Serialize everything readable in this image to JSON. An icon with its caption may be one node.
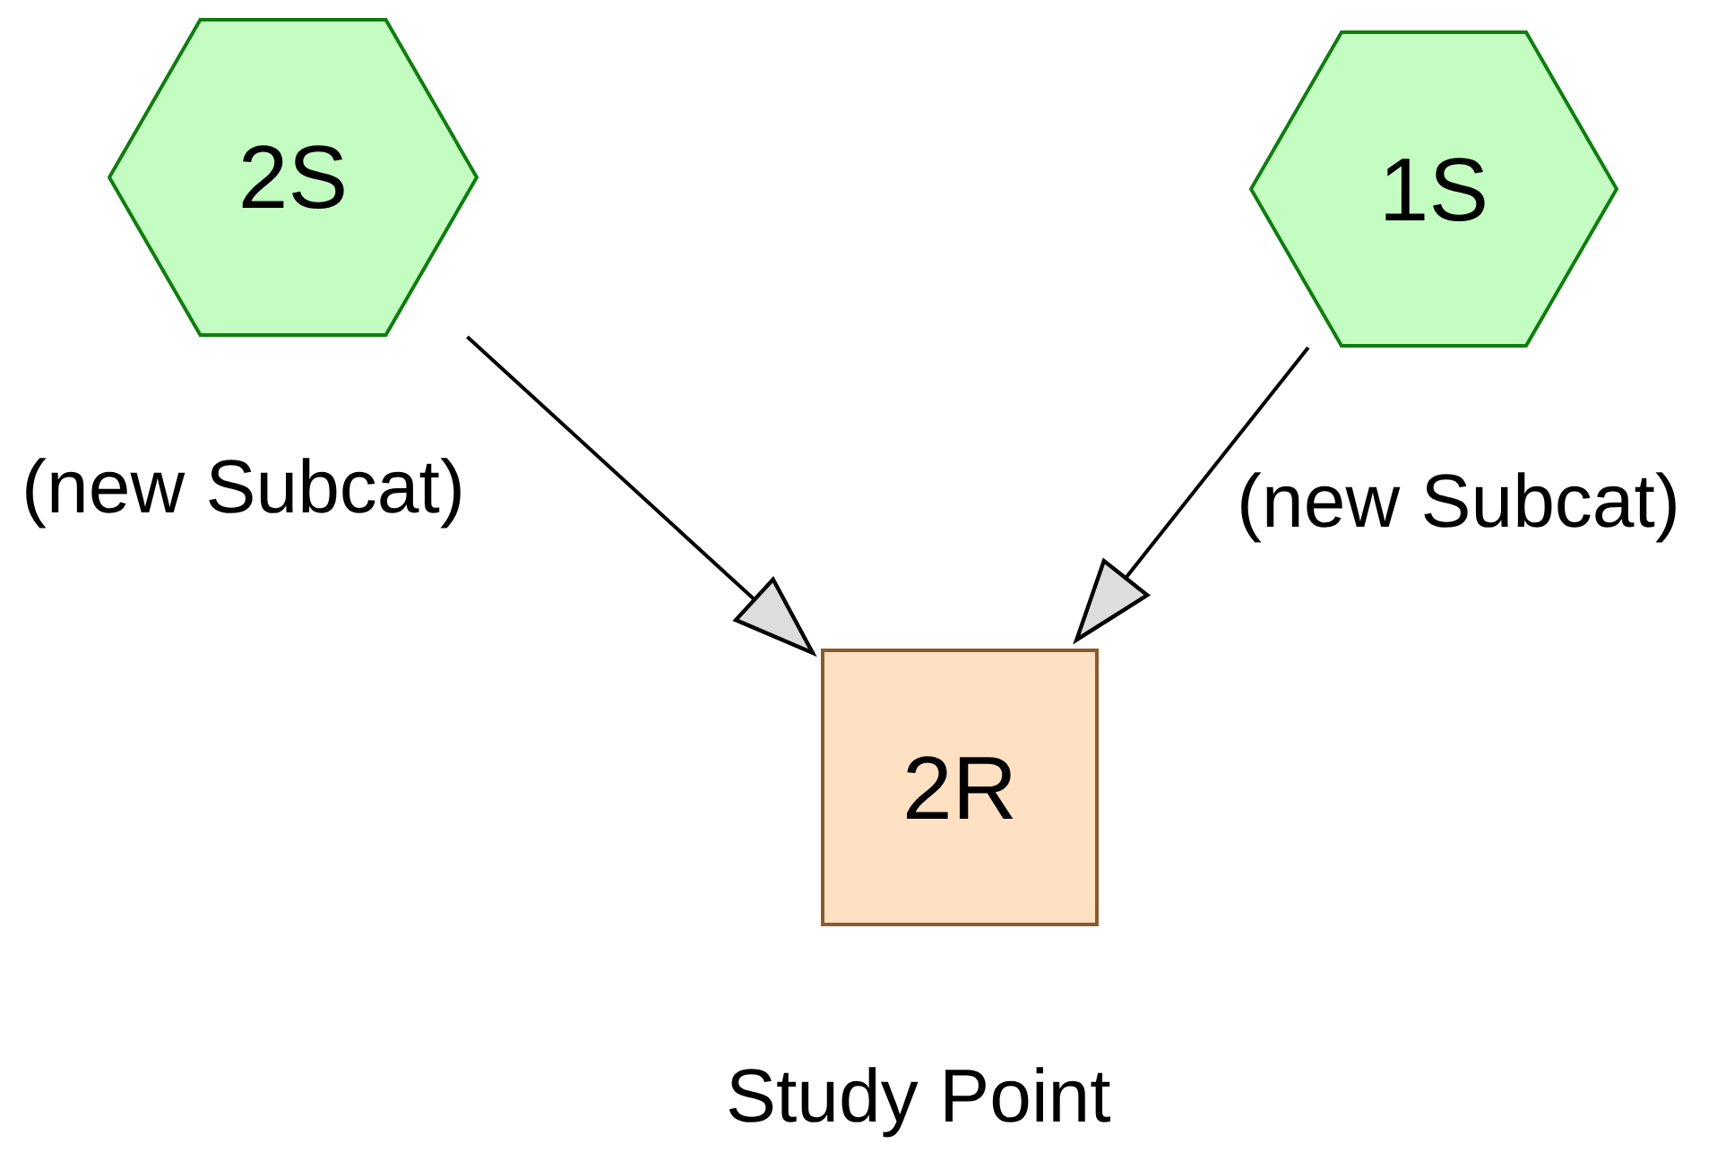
{
  "diagram": {
    "nodes": [
      {
        "text": [
          "2S"
        ],
        "beside": [
          "(new Subcat)"
        ]
      },
      {
        "text": [
          "1S"
        ],
        "beside": [
          "(new Subcat)"
        ]
      },
      {
        "text": [
          "2R"
        ],
        "beside": [
          "Study Point"
        ]
      }
    ],
    "edges": [
      {
        "from": 0,
        "to": 2,
        "arrow": "to"
      },
      {
        "from": 1,
        "to": 2,
        "arrow": "to"
      }
    ]
  }
}
